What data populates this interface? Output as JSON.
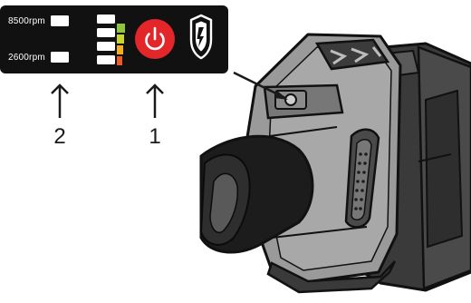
{
  "panel": {
    "speed_high_label": "8500rpm",
    "speed_low_label": "2600rpm",
    "power_button_icon": "power-icon",
    "logo_icon": "shield-logo-icon",
    "charge_bar_colors": [
      "#8dc63f",
      "#c8d62b",
      "#f2b01e",
      "#ec5b24"
    ],
    "power_button_color": "#e2262a",
    "panel_color": "#111111"
  },
  "callouts": {
    "power_number": "1",
    "speed_number": "2"
  }
}
